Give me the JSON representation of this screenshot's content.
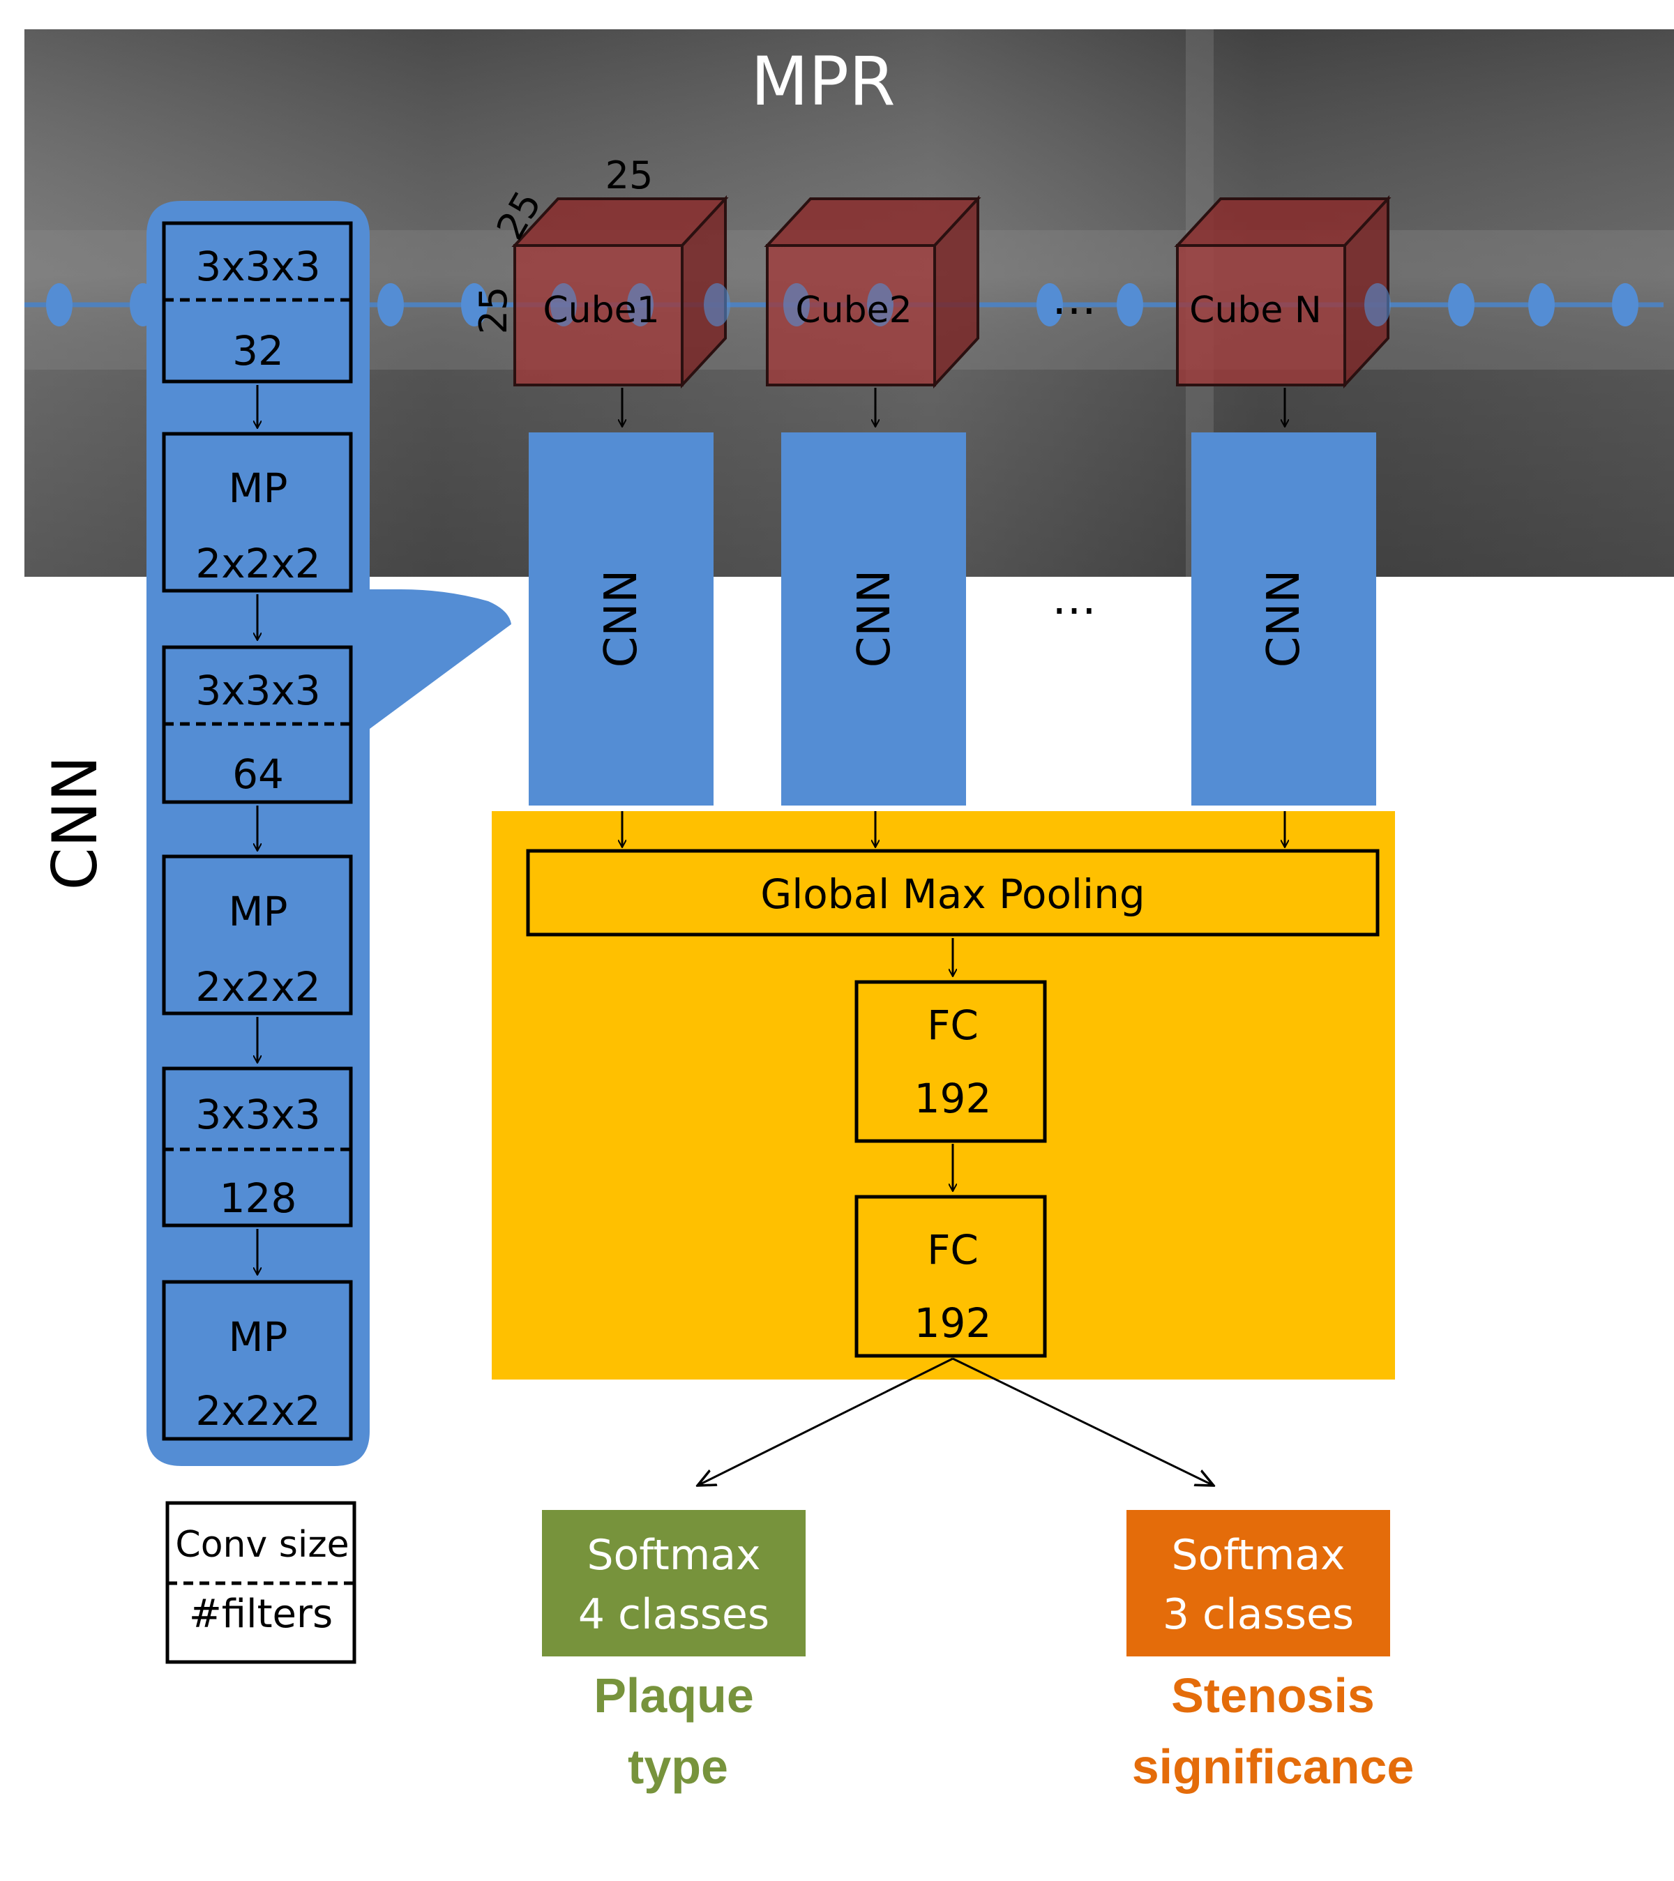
{
  "mpr": {
    "title": "MPR"
  },
  "cube_dims": {
    "width": "25",
    "depth": "25",
    "height": "25"
  },
  "cubes": [
    {
      "label": "Cube1"
    },
    {
      "label": "Cube2"
    },
    {
      "label": "Cube N"
    }
  ],
  "ellipsis": "…",
  "cnn_blocks": [
    {
      "label": "CNN"
    },
    {
      "label": "CNN"
    },
    {
      "label": "CNN"
    }
  ],
  "cnn_side_label": "CNN",
  "layers": [
    {
      "type": "conv",
      "top": "3x3x3",
      "bottom": "32"
    },
    {
      "type": "pool",
      "top": "MP",
      "bottom": "2x2x2"
    },
    {
      "type": "conv",
      "top": "3x3x3",
      "bottom": "64"
    },
    {
      "type": "pool",
      "top": "MP",
      "bottom": "2x2x2"
    },
    {
      "type": "conv",
      "top": "3x3x3",
      "bottom": "128"
    },
    {
      "type": "pool",
      "top": "MP",
      "bottom": "2x2x2"
    }
  ],
  "legend": {
    "top": "Conv size",
    "bottom": "#filters"
  },
  "head": {
    "pooling": "Global Max Pooling",
    "fc1": {
      "top": "FC",
      "bottom": "192"
    },
    "fc2": {
      "top": "FC",
      "bottom": "192"
    }
  },
  "outputs": {
    "plaque": {
      "line1": "Softmax",
      "line2": "4 classes",
      "title1": "Plaque",
      "title2": "type",
      "color": "#77933c"
    },
    "stenosis": {
      "line1": "Softmax",
      "line2": "3 classes",
      "title1": "Stenosis",
      "title2": "significance",
      "color": "#e46c0a"
    }
  },
  "colors": {
    "cnn_blue": "#548dd4",
    "head_yellow": "#ffc000",
    "cube_red": "#8b2b2b",
    "mpr_gray": "#5e5e5e"
  }
}
